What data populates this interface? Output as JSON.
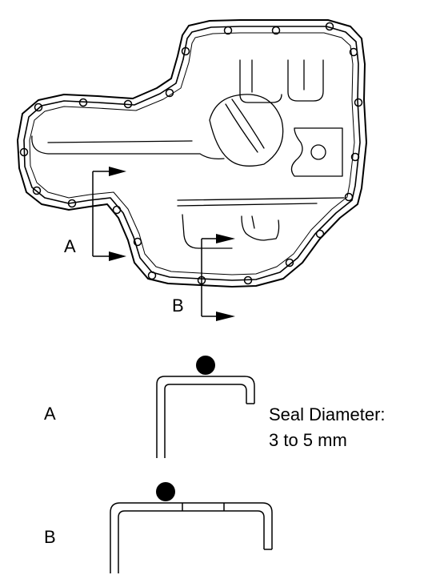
{
  "labels": {
    "a_top": "A",
    "b_top": "B",
    "a_section": "A",
    "b_section": "B"
  },
  "note": {
    "line1": "Seal Diameter:",
    "line2": "3 to 5 mm"
  },
  "colors": {
    "ink": "#000000",
    "paper": "#ffffff"
  }
}
